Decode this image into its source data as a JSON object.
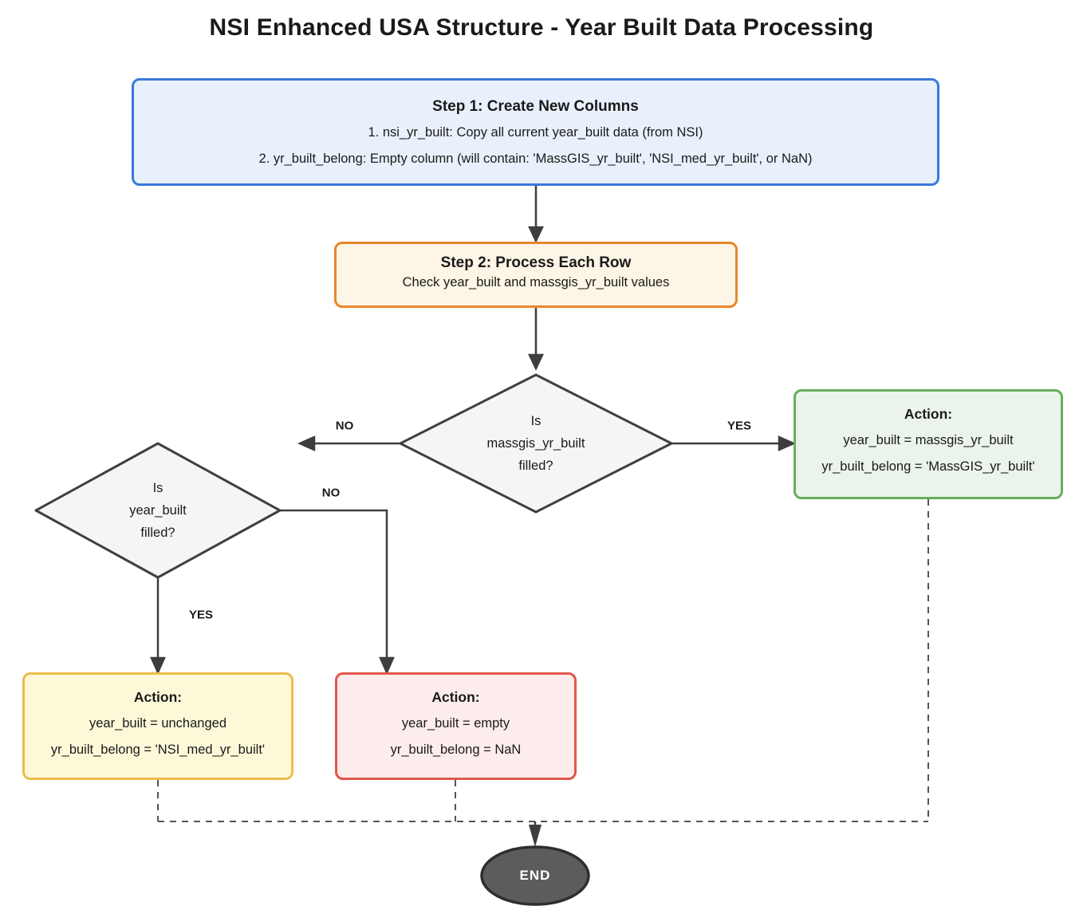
{
  "title": "NSI Enhanced USA Structure - Year Built Data Processing",
  "step1": {
    "title": "Step 1: Create New Columns",
    "items": [
      "1. nsi_yr_built: Copy all current year_built data (from NSI)",
      "2. yr_built_belong: Empty column (will contain: 'MassGIS_yr_built', 'NSI_med_yr_built', or NaN)"
    ]
  },
  "step2": {
    "title": "Step 2: Process Each Row",
    "subtitle": "Check year_built and massgis_yr_built values"
  },
  "decision_massgis": {
    "lines": [
      "Is",
      "massgis_yr_built",
      "filled?"
    ],
    "no_label": "NO",
    "yes_label": "YES"
  },
  "decision_yearbuilt": {
    "lines": [
      "Is",
      "year_built",
      "filled?"
    ],
    "no_label": "NO",
    "yes_label": "YES"
  },
  "action_massgis": {
    "title": "Action:",
    "lines": [
      "year_built = massgis_yr_built",
      "yr_built_belong = 'MassGIS_yr_built'"
    ]
  },
  "action_nsi": {
    "title": "Action:",
    "lines": [
      "year_built = unchanged",
      "yr_built_belong = 'NSI_med_yr_built'"
    ]
  },
  "action_nan": {
    "title": "Action:",
    "lines": [
      "year_built = empty",
      "yr_built_belong = NaN"
    ]
  },
  "end_node": {
    "label": "END"
  },
  "colors": {
    "step1_border": "#3b78dc",
    "step1_fill": "#e8f1fb",
    "step2_border": "#e8872c",
    "step2_fill": "#fdf5e6",
    "decision_border": "#404040",
    "decision_fill": "#f5f5f5",
    "action_massgis_border": "#67ae5b",
    "action_massgis_fill": "#ebf4ea",
    "action_nsi_border": "#edbc4d",
    "action_nsi_fill": "#fdf8d8",
    "action_nan_border": "#e2574a",
    "action_nan_fill": "#fceceb",
    "end_fill": "#5c5c5c",
    "end_border": "#2e2e2e",
    "line": "#3d3d3d",
    "dashed_line": "#555555"
  }
}
